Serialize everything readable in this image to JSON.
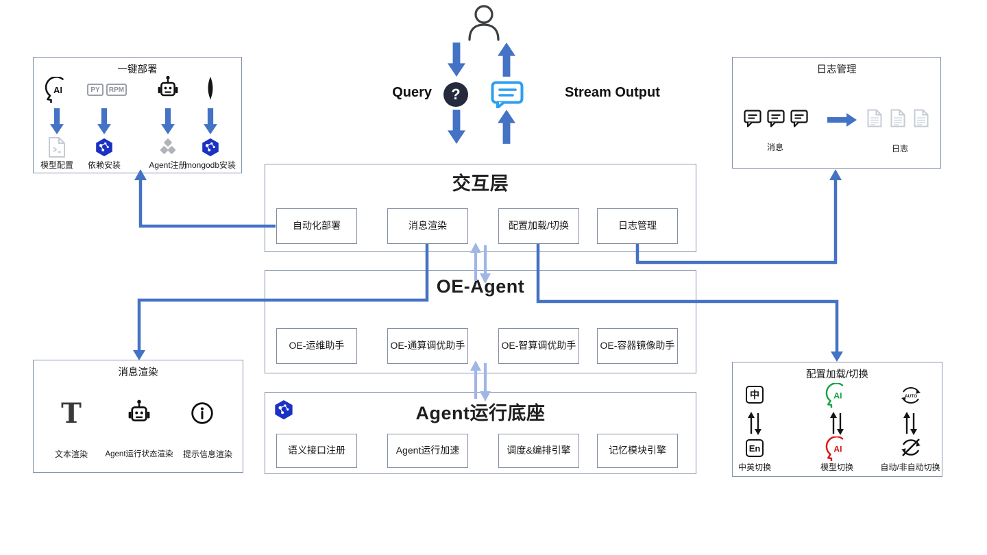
{
  "colors": {
    "connector": "#4472C4",
    "connector_light": "#9FB6E6",
    "hexagon_blue": "#1B31C3",
    "chat_blue": "#2D9FF2",
    "query_circle": "#252B3D",
    "ai_green": "#17A344",
    "ai_red": "#D91515",
    "box_border": "#8593AD"
  },
  "glyphs": {
    "ai": "AI",
    "question": "?",
    "py": "PY",
    "rpm": "RPM",
    "t": "T",
    "zh": "中",
    "en": "En",
    "auto": "AUTO"
  },
  "top_center": {
    "query_label": "Query",
    "stream_label": "Stream Output"
  },
  "deploy_box": {
    "title": "一键部署",
    "labels": [
      "模型配置",
      "依赖安装",
      "Agent注册",
      "mongodb安装"
    ]
  },
  "log_box": {
    "title": "日志管理",
    "messages_label": "消息",
    "logs_label": "日志"
  },
  "interaction_layer": {
    "title": "交互层",
    "items": [
      "自动化部署",
      "消息渲染",
      "配置加载/切换",
      "日志管理"
    ]
  },
  "agent_layer": {
    "title": "OE-Agent",
    "items": [
      "OE-运维助手",
      "OE-通算调优助手",
      "OE-智算调优助手",
      "OE-容器镜像助手"
    ]
  },
  "runtime_layer": {
    "title": "Agent运行底座",
    "items": [
      "语义接口注册",
      "Agent运行加速",
      "调度&编排引擎",
      "记忆模块引擎"
    ]
  },
  "render_box": {
    "title": "消息渲染",
    "labels": [
      "文本渲染",
      "Agent运行状态渲染",
      "提示信息渲染"
    ]
  },
  "config_box": {
    "title": "配置加载/切换",
    "labels": [
      "中英切换",
      "模型切换",
      "自动/非自动切换"
    ]
  }
}
